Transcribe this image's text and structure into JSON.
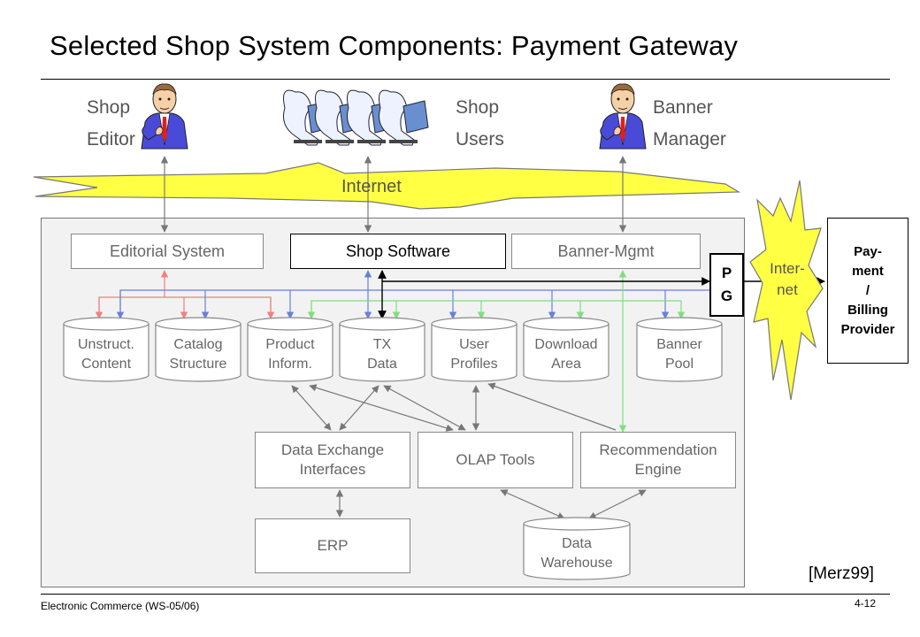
{
  "title": "Selected Shop System Components: Payment Gateway",
  "roles": {
    "shop_editor": [
      "Shop",
      "Editor"
    ],
    "shop_users": [
      "Shop",
      "Users"
    ],
    "banner_manager": [
      "Banner",
      "Manager"
    ]
  },
  "internet": "Internet",
  "internet2": [
    "Inter-",
    "net"
  ],
  "systems": {
    "editorial": "Editorial System",
    "shop_software": "Shop Software",
    "banner_mgmt": "Banner-Mgmt"
  },
  "pg": [
    "P",
    "G"
  ],
  "provider": [
    "Pay-",
    "ment",
    "/",
    "Billing",
    "Provider"
  ],
  "databases": {
    "unstruct": [
      "Unstruct.",
      "Content"
    ],
    "catalog": [
      "Catalog",
      "Structure"
    ],
    "product": [
      "Product",
      "Inform."
    ],
    "tx": [
      "TX",
      "Data"
    ],
    "user": [
      "User",
      "Profiles"
    ],
    "download": [
      "Download",
      "Area"
    ],
    "banner_pool": [
      "Banner",
      "Pool"
    ],
    "warehouse": [
      "Data",
      "Warehouse"
    ]
  },
  "tools": {
    "data_exchange": [
      "Data Exchange",
      "Interfaces"
    ],
    "olap": "OLAP Tools",
    "recommendation": [
      "Recommendation",
      "Engine"
    ],
    "erp": "ERP"
  },
  "citation": "[Merz99]",
  "footer": {
    "course": "Electronic Commerce (WS-05/06)",
    "page": "4-12"
  },
  "colors": {
    "red_line": "#f08080",
    "blue_line": "#6a80d8",
    "green_line": "#7ee07e",
    "gray_line": "#777777",
    "lightning": "#ffff44",
    "panel": "#f2f2f2"
  }
}
